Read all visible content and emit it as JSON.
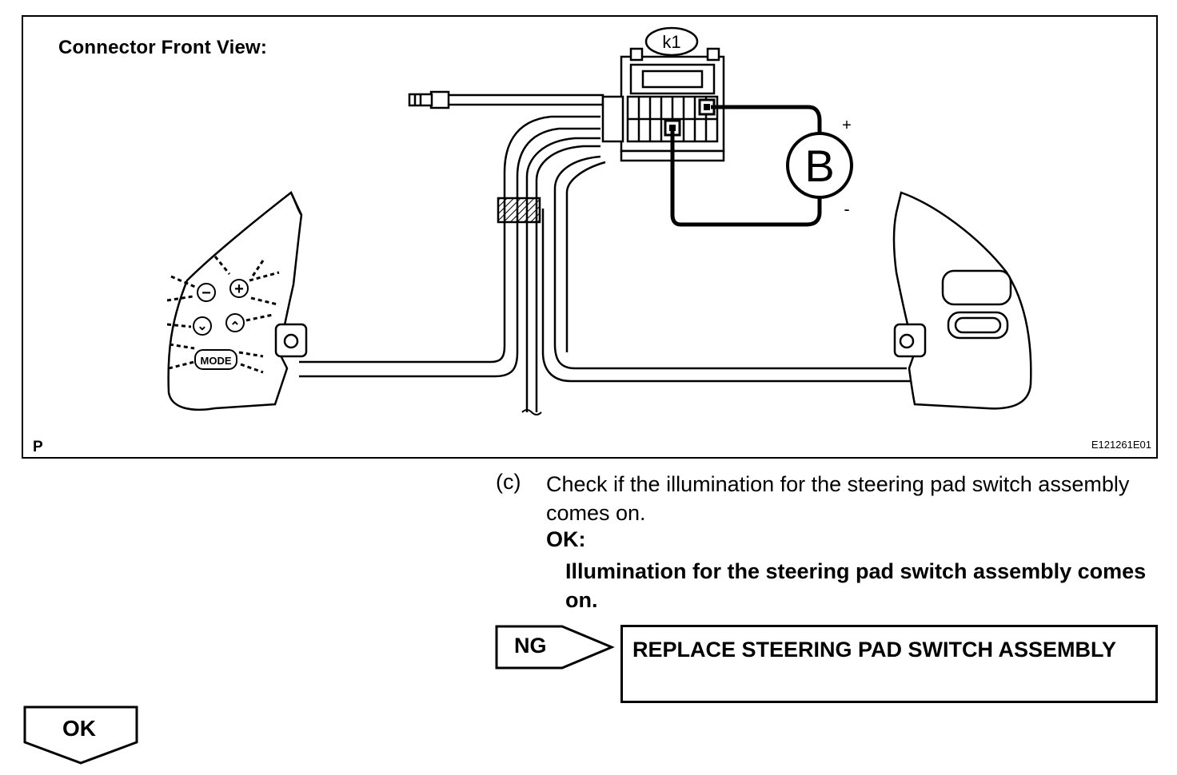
{
  "figure": {
    "title": "Connector Front View:",
    "corner_label": "P",
    "figure_code": "E121261E01",
    "connector_label": "k1",
    "meter_label": "B",
    "plus_label": "+",
    "minus_label": "-",
    "switch_buttons": {
      "mode": "MODE",
      "minus_symbol": "−",
      "plus_symbol": "+",
      "down_symbol": "⌄",
      "up_symbol": "⌃"
    }
  },
  "step": {
    "label": "(c)",
    "text": "Check if the illumination for the steering pad switch assembly comes on.",
    "ok_label": "OK:",
    "ok_text": "Illumination for the steering pad switch assembly comes on."
  },
  "ng": {
    "label": "NG",
    "action": "REPLACE STEERING PAD SWITCH ASSEMBLY"
  },
  "ok_next": {
    "label": "OK"
  }
}
